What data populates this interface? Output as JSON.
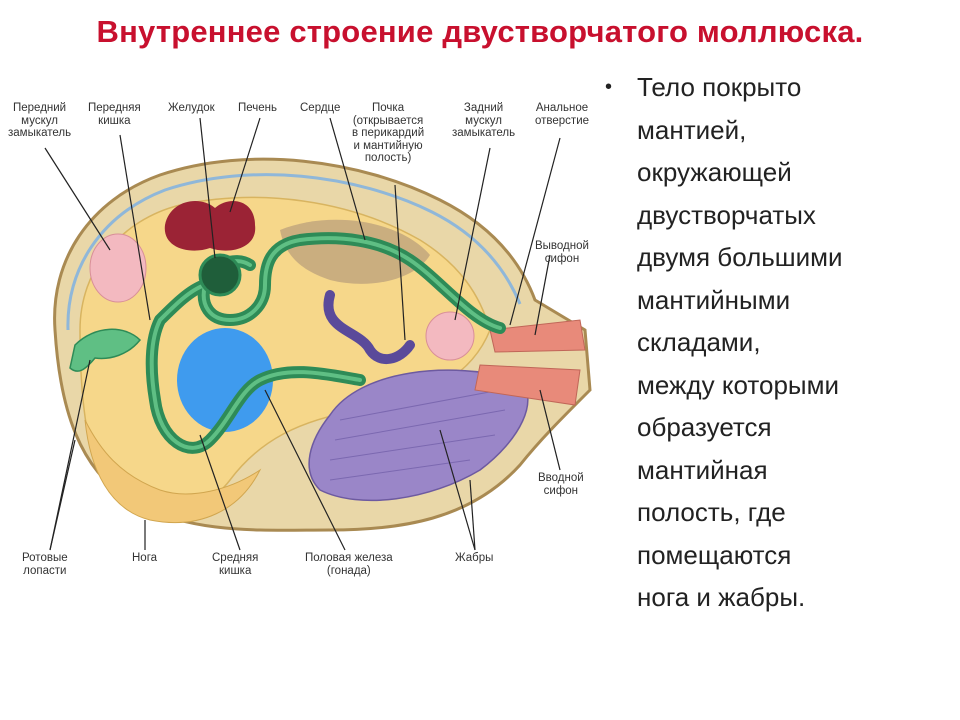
{
  "title": "Внутреннее строение двустворчатого моллюска.",
  "labels": {
    "front_muscle": "Передний\nмускул\nзамыкатель",
    "front_gut": "Передняя\nкишка",
    "stomach": "Желудок",
    "liver": "Печень",
    "heart": "Сердце",
    "kidney": "Почка\n(открывается\nв перикардий\nи мантийную\nполость)",
    "back_muscle": "Задний\nмускул\nзамыкатель",
    "anal": "Анальное\nотверстие",
    "out_siphon": "Выводной\nсифон",
    "in_siphon": "Вводной\nсифон",
    "mouth_lobes": "Ротовые\nлопасти",
    "foot": "Нога",
    "mid_gut": "Средняя\nкишка",
    "gonad": "Половая железа\n(гонада)",
    "gills": "Жабры"
  },
  "text": {
    "bullet": "•",
    "body": "Тело покрыто\nмантией,\nокружающей\nдвустворчатых\nдвумя большими\nмантийными\nскладами,\nмежду которыми\nобразуется\nмантийная\nполость, где\nпомещаются\nнога и жабры."
  },
  "colors": {
    "title": "#c8102e",
    "shell": "#c9a86a",
    "body": "#f6d78a",
    "gut": "#2e8b57",
    "gonad": "#1e90ff",
    "gills": "#9a86c8",
    "kidney": "#5a4a9a",
    "liver": "#9b2335",
    "muscle": "#f3b9c0",
    "siphon": "#e88a7a"
  }
}
